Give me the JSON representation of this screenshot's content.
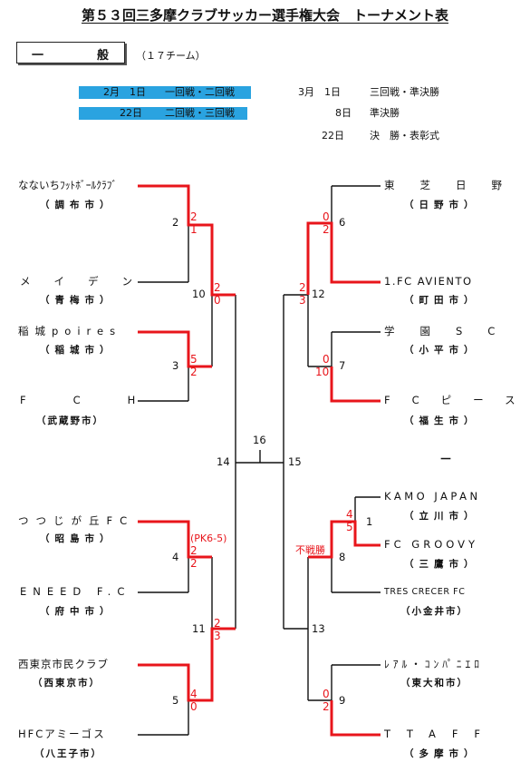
{
  "title": "第５３回三多摩クラブサッカー選手権大会　トーナメント表",
  "category": {
    "chars": [
      "一",
      "般"
    ],
    "teams_count": "（１７チーム）"
  },
  "schedule": [
    {
      "date": "2月　1日",
      "rounds": "一回戦・二回戦",
      "highlight": true
    },
    {
      "date": "22日",
      "rounds": "二回戦・三回戦",
      "highlight": true
    },
    {
      "date": "3月　1日",
      "rounds": "三回戦・準決勝",
      "highlight": false
    },
    {
      "date": "8日",
      "rounds": "準決勝",
      "highlight": false
    },
    {
      "date": "22日",
      "rounds": "決　勝・表彰式",
      "highlight": false
    }
  ],
  "left_teams": [
    {
      "name": "なないちﾌｯﾄﾎﾞｰﾙｸﾗﾌﾞ",
      "city": "（調布市）"
    },
    {
      "name": "メイデン",
      "city": "（青梅市）"
    },
    {
      "name": "稲城poires",
      "city": "（稲城市）"
    },
    {
      "name": "FCH",
      "city": "（武蔵野市）"
    },
    {
      "name": "つつじが丘FC",
      "city": "（昭島市）"
    },
    {
      "name": "ENEED F.C",
      "city": "（府中市）"
    },
    {
      "name": "西東京市民クラブ",
      "city": "（西東京市）"
    },
    {
      "name": "HFCアミーゴス",
      "city": "（八王子市）"
    }
  ],
  "right_teams": [
    {
      "name": "東芝日野",
      "city": "（日野市）"
    },
    {
      "name": "1.FC AVIENTO",
      "city": "（町田市）"
    },
    {
      "name": "学園SC",
      "city": "（小平市）"
    },
    {
      "name": "FCピース",
      "city": "（福生市）"
    },
    {
      "name": "KAMO JAPAN",
      "city": "（立川市）"
    },
    {
      "name": "FC GROOVY",
      "city": "（三鷹市）"
    },
    {
      "name": "TRES CRECER FC",
      "city": "（小金井市）"
    },
    {
      "name": "ﾚｱﾙ・ｺﾝﾊﾟﾆｴﾛ",
      "city": "（東大和市）"
    },
    {
      "name": "TTAFF",
      "city": "（多摩市）"
    }
  ],
  "match_numbers": [
    "1",
    "2",
    "3",
    "4",
    "5",
    "6",
    "7",
    "8",
    "9",
    "10",
    "11",
    "12",
    "13",
    "14",
    "15",
    "16"
  ],
  "scores": {
    "m2": [
      "2",
      "1"
    ],
    "m10": [
      "2",
      "0"
    ],
    "m3": [
      "5",
      "2"
    ],
    "m4": [
      "2",
      "2"
    ],
    "m4_note": "(PK6-5)",
    "m11": [
      "2",
      "3"
    ],
    "m5": [
      "4",
      "0"
    ],
    "m6": [
      "0",
      "2"
    ],
    "m12": [
      "2",
      "3"
    ],
    "m7": [
      "0",
      "10"
    ],
    "m1": [
      "4",
      "5"
    ],
    "m8_note": "不戦勝",
    "m9": [
      "0",
      "2"
    ]
  },
  "bye_dash": "－",
  "colors": {
    "winner_line": "#e8151b",
    "line": "#111111",
    "highlight": "#2aa3e0"
  }
}
